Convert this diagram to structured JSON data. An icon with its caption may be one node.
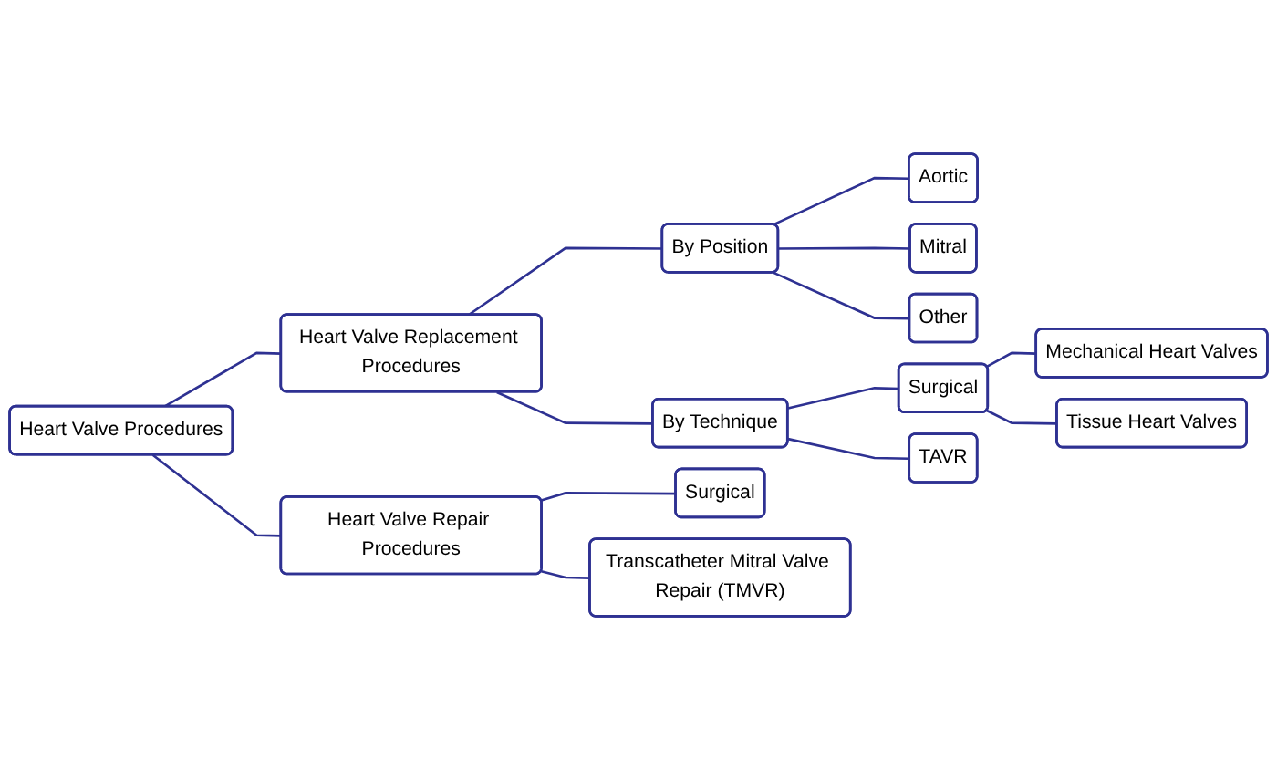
{
  "diagram": {
    "nodes": [
      {
        "text": [
          "Heart Valve Procedures"
        ]
      },
      {
        "text": [
          "Heart Valve Replacement Procedures"
        ]
      },
      {
        "text": [
          "Heart Valve Repair Procedures"
        ]
      },
      {
        "text": [
          "By Position"
        ]
      },
      {
        "text": [
          "By Technique"
        ]
      },
      {
        "text": [
          "Aortic"
        ]
      },
      {
        "text": [
          "Mitral"
        ]
      },
      {
        "text": [
          "Other"
        ]
      },
      {
        "text": [
          "Surgical"
        ]
      },
      {
        "text": [
          "TAVR"
        ]
      },
      {
        "text": [
          "Mechanical Heart Valves"
        ]
      },
      {
        "text": [
          "Tissue Heart Valves"
        ]
      },
      {
        "text": [
          "Surgical"
        ]
      },
      {
        "text": [
          "Transcatheter Mitral Valve Repair (TMVR)"
        ]
      }
    ],
    "edges": [
      {
        "from": 0,
        "to": 1,
        "arrow": "none"
      },
      {
        "from": 0,
        "to": 2,
        "arrow": "none"
      },
      {
        "from": 1,
        "to": 3,
        "arrow": "none"
      },
      {
        "from": 1,
        "to": 4,
        "arrow": "none"
      },
      {
        "from": 3,
        "to": 5,
        "arrow": "none"
      },
      {
        "from": 3,
        "to": 6,
        "arrow": "none"
      },
      {
        "from": 3,
        "to": 7,
        "arrow": "none"
      },
      {
        "from": 4,
        "to": 8,
        "arrow": "none"
      },
      {
        "from": 4,
        "to": 9,
        "arrow": "none"
      },
      {
        "from": 8,
        "to": 10,
        "arrow": "none"
      },
      {
        "from": 8,
        "to": 11,
        "arrow": "none"
      },
      {
        "from": 2,
        "to": 12,
        "arrow": "none"
      },
      {
        "from": 2,
        "to": 13,
        "arrow": "none"
      }
    ]
  }
}
